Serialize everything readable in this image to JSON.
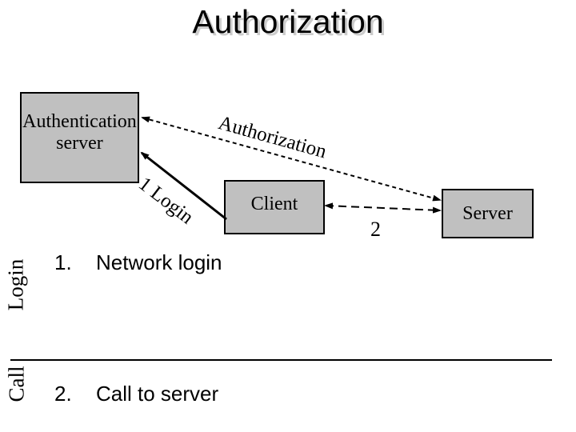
{
  "title": "Authorization",
  "boxes": {
    "auth_server": {
      "line1": "Authentication",
      "line2": "server"
    },
    "client": {
      "label": "Client"
    },
    "server": {
      "label": "Server"
    }
  },
  "edges": {
    "authorization": {
      "label": "Authorization",
      "style": "dashed",
      "from": "server",
      "to": "authentication-server"
    },
    "login": {
      "label": "1 Login",
      "style": "solid",
      "from": "client",
      "to": "authentication-server"
    },
    "call": {
      "label": "2",
      "style": "dashed",
      "from": "client",
      "to": "server"
    }
  },
  "side_labels": {
    "login": "Login",
    "call": "Call"
  },
  "list": [
    {
      "number": "1.",
      "text": "Network login"
    },
    {
      "number": "2.",
      "text": "Call to server"
    }
  ],
  "colors": {
    "background": "#ffffff",
    "box_fill": "#c0c0c0",
    "box_border": "#000000",
    "line": "#000000",
    "text": "#000000",
    "title_shadow": "#cccccc"
  }
}
